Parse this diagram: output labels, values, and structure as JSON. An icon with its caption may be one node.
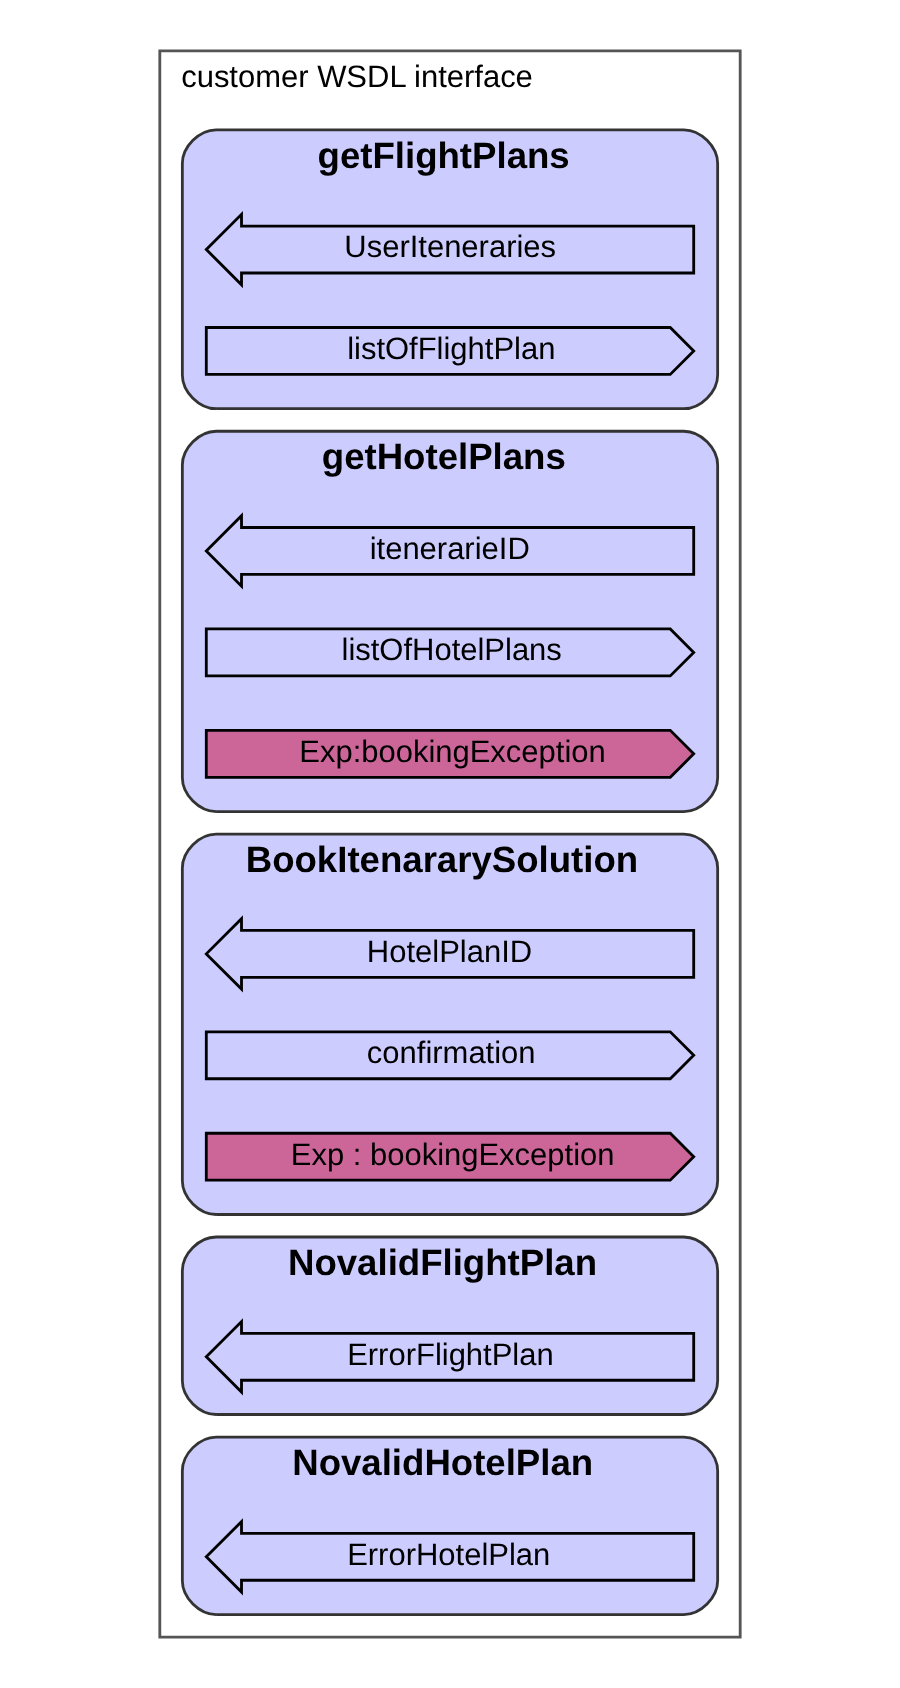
{
  "diagram": {
    "nodes": [
      {
        "text": [
          "customer WSDL interface"
        ]
      },
      {
        "text": [
          "getFlightPlans"
        ],
        "in": 0
      },
      {
        "text": [
          "UserIteneraries"
        ],
        "in": 1
      },
      {
        "text": [
          "listOfFlightPlan"
        ],
        "in": 1
      },
      {
        "text": [
          "getHotelPlans"
        ],
        "in": 0
      },
      {
        "text": [
          "itenerarieID"
        ],
        "in": 4
      },
      {
        "text": [
          "listOfHotelPlans"
        ],
        "in": 4
      },
      {
        "text": [
          "Exp:bookingException"
        ],
        "in": 4
      },
      {
        "text": [
          "BookItenararySolution"
        ],
        "in": 0
      },
      {
        "text": [
          "HotelPlanID"
        ],
        "in": 8
      },
      {
        "text": [
          "confirmation"
        ],
        "in": 8
      },
      {
        "text": [
          "Exp : bookingException"
        ],
        "in": 8
      },
      {
        "text": [
          "NovalidFlightPlan"
        ],
        "in": 0
      },
      {
        "text": [
          "ErrorFlightPlan"
        ],
        "in": 12
      },
      {
        "text": [
          "NovalidHotelPlan"
        ],
        "in": 0
      },
      {
        "text": [
          "ErrorHotelPlan"
        ],
        "in": 14
      }
    ],
    "edges": []
  }
}
